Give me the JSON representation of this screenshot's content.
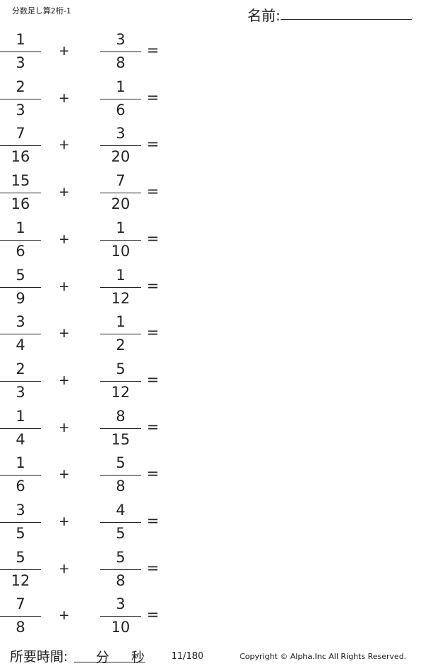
{
  "header": {
    "title": "分数足し算2桁-1",
    "name_label": "名前:",
    "name_dot": "."
  },
  "problems": [
    {
      "a_num": "1",
      "a_den": "3",
      "op": "+",
      "b_num": "3",
      "b_den": "8",
      "eq": "="
    },
    {
      "a_num": "2",
      "a_den": "3",
      "op": "+",
      "b_num": "1",
      "b_den": "6",
      "eq": "="
    },
    {
      "a_num": "7",
      "a_den": "16",
      "op": "+",
      "b_num": "3",
      "b_den": "20",
      "eq": "="
    },
    {
      "a_num": "15",
      "a_den": "16",
      "op": "+",
      "b_num": "7",
      "b_den": "20",
      "eq": "="
    },
    {
      "a_num": "1",
      "a_den": "6",
      "op": "+",
      "b_num": "1",
      "b_den": "10",
      "eq": "="
    },
    {
      "a_num": "5",
      "a_den": "9",
      "op": "+",
      "b_num": "1",
      "b_den": "12",
      "eq": "="
    },
    {
      "a_num": "3",
      "a_den": "4",
      "op": "+",
      "b_num": "1",
      "b_den": "2",
      "eq": "="
    },
    {
      "a_num": "2",
      "a_den": "3",
      "op": "+",
      "b_num": "5",
      "b_den": "12",
      "eq": "="
    },
    {
      "a_num": "1",
      "a_den": "4",
      "op": "+",
      "b_num": "8",
      "b_den": "15",
      "eq": "="
    },
    {
      "a_num": "1",
      "a_den": "6",
      "op": "+",
      "b_num": "5",
      "b_den": "8",
      "eq": "="
    },
    {
      "a_num": "3",
      "a_den": "5",
      "op": "+",
      "b_num": "4",
      "b_den": "5",
      "eq": "="
    },
    {
      "a_num": "5",
      "a_den": "12",
      "op": "+",
      "b_num": "5",
      "b_den": "8",
      "eq": "="
    },
    {
      "a_num": "7",
      "a_den": "8",
      "op": "+",
      "b_num": "3",
      "b_den": "10",
      "eq": "="
    }
  ],
  "footer": {
    "time_label": "所要時間:",
    "minutes_label": "分",
    "seconds_label": "秒",
    "page": "11/180",
    "copyright": "Copyright ©  Alpha.Inc All Rights Reserved."
  }
}
